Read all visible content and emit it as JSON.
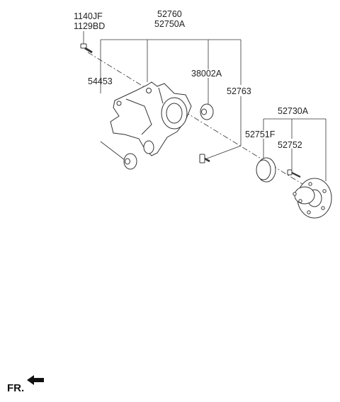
{
  "labels": {
    "bolt_code_1": "1140JF",
    "bolt_code_2": "1129BD",
    "knuckle_code_1": "52760",
    "knuckle_code_2": "52750A",
    "bushing_upper": "38002A",
    "bushing_lower": "54453",
    "bolt_lower": "52763",
    "hub_assembly": "52730A",
    "cover": "52751F",
    "hub_bolt": "52752"
  },
  "direction_marker": {
    "text": "FR.",
    "icon": "front-arrow-icon"
  }
}
